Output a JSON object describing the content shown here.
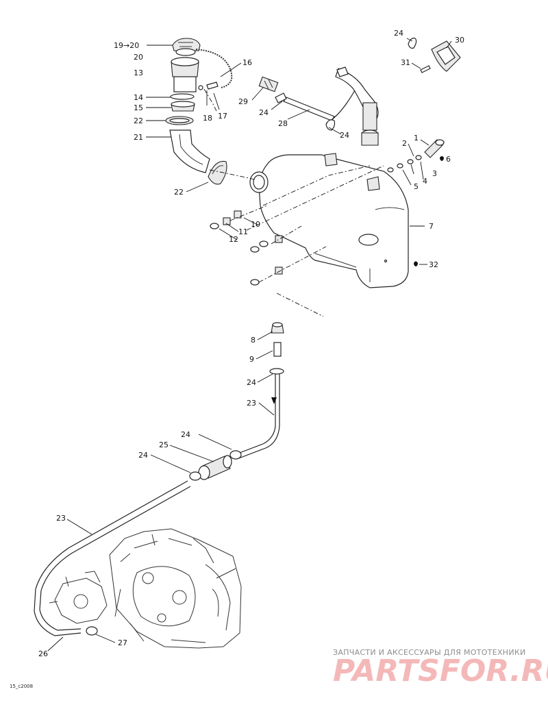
{
  "labels": {
    "l1": "1",
    "l2": "2",
    "l3": "3",
    "l4": "4",
    "l5": "5",
    "l6": "6",
    "l7": "7",
    "l8": "8",
    "l9": "9",
    "l10": "10",
    "l11": "11",
    "l12": "12",
    "l13": "13",
    "l14": "14",
    "l15": "15",
    "l16": "16",
    "l17": "17",
    "l18": "18",
    "l19": "19→20",
    "l20": "20",
    "l21": "21",
    "l22a": "22",
    "l22b": "22",
    "l23a": "23",
    "l23b": "23",
    "l24a": "24",
    "l24b": "24",
    "l24c": "24",
    "l24d": "24",
    "l24e": "24",
    "l24f": "24",
    "l25": "25",
    "l26": "26",
    "l27": "27",
    "l28": "28",
    "l29": "29",
    "l30": "30",
    "l31": "31",
    "l32": "32"
  },
  "footer": {
    "code": "15_c2008",
    "banner_top": "ЗАПЧАСТИ И АКСЕССУАРЫ ДЛЯ МОТОТЕХНИКИ",
    "banner_logo": "PARTSFOR.RU"
  }
}
